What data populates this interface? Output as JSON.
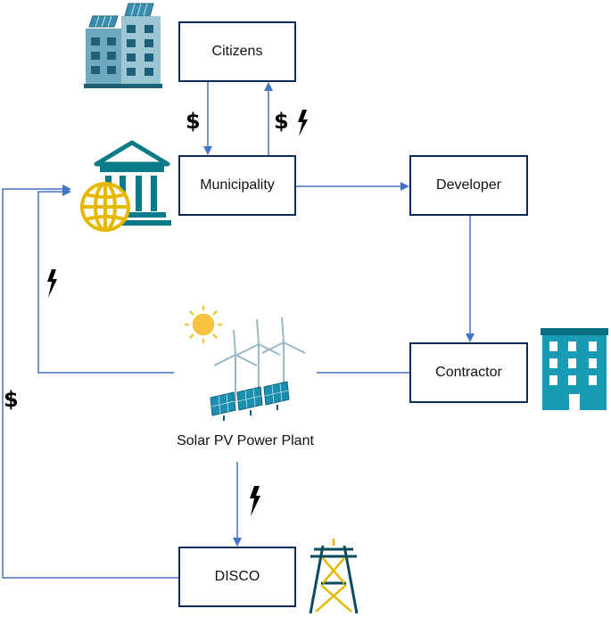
{
  "nodes": {
    "citizens": "Citizens",
    "municipality": "Municipality",
    "developer": "Developer",
    "contractor": "Contractor",
    "disco": "DISCO",
    "plant": "Solar PV Power Plant"
  },
  "flow_symbols": {
    "money": "$",
    "electricity": "lightning-icon"
  },
  "colors": {
    "box_border": "#0d2b5e",
    "arrow": "#4472c4",
    "teal": "#1a9bb5",
    "gold": "#f5c518",
    "sun": "#f6c43f",
    "pylon": "#0d4a5e"
  },
  "icons": [
    "apartment-buildings-icon",
    "government-building-icon",
    "globe-icon",
    "sun-icon",
    "wind-turbine-icon",
    "solar-panel-icon",
    "office-building-icon",
    "transmission-tower-icon"
  ]
}
